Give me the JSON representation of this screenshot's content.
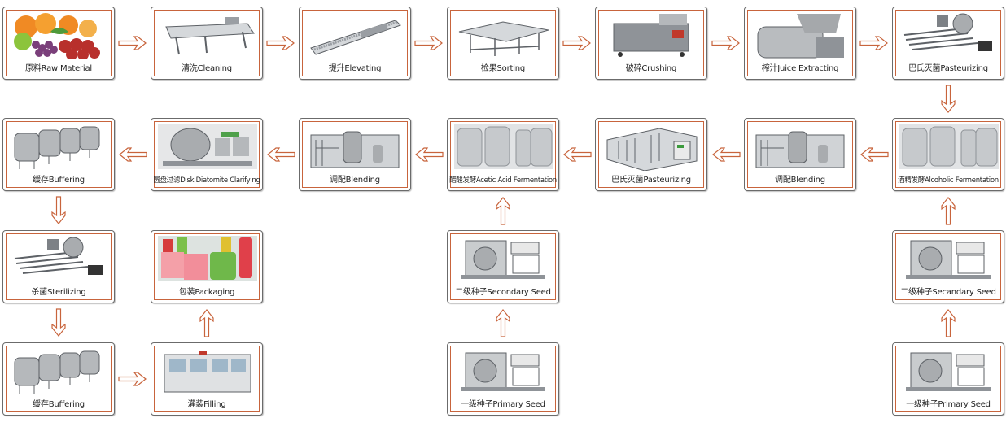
{
  "diagram": {
    "accent_color": "#c8643c",
    "border_color": "#6b6b6b",
    "steps": [
      {
        "id": "raw-material",
        "label": "原料Raw Material",
        "image": "fruits-image"
      },
      {
        "id": "cleaning",
        "label": "清洗Cleaning",
        "image": "washing-machine-image"
      },
      {
        "id": "elevating",
        "label": "提升Elevating",
        "image": "elevator-conveyor-image"
      },
      {
        "id": "sorting",
        "label": "检果Sorting",
        "image": "sorting-table-image"
      },
      {
        "id": "crushing",
        "label": "破碎Crushing",
        "image": "crusher-image"
      },
      {
        "id": "juice-extracting",
        "label": "榨汁Juice Extracting",
        "image": "juice-extractor-image"
      },
      {
        "id": "pasteurizing-1",
        "label": "巴氏灭菌Pasteurizing",
        "image": "pasteurizer-image"
      },
      {
        "id": "alcoholic-fermentation",
        "label": "酒精发酵Alcoholic Fermentation",
        "image": "fermentation-tanks-image"
      },
      {
        "id": "blending-1",
        "label": "调配Blending",
        "image": "blending-system-image"
      },
      {
        "id": "pasteurizing-2",
        "label": "巴氏灭菌Pasteurizing",
        "image": "plate-pasteurizer-image"
      },
      {
        "id": "acetic-acid-fermentation",
        "label": "醋酸发酵Acetic Acid Fermentation",
        "image": "fermentation-tanks-image"
      },
      {
        "id": "blending-2",
        "label": "调配Blending",
        "image": "blending-system-image"
      },
      {
        "id": "disk-diatomite-clarifying",
        "label": "圆盘过滤Disk Diatomite Clarifying",
        "image": "diatomite-filter-image"
      },
      {
        "id": "buffering-1",
        "label": "缓存Buffering",
        "image": "buffer-tanks-image"
      },
      {
        "id": "sterilizing",
        "label": "杀菌Sterilizing",
        "image": "sterilizer-image"
      },
      {
        "id": "buffering-2",
        "label": "缓存Buffering",
        "image": "buffer-tanks-image"
      },
      {
        "id": "filling",
        "label": "灌装Filling",
        "image": "filling-machine-image"
      },
      {
        "id": "packaging",
        "label": "包装Packaging",
        "image": "packaged-drinks-image"
      },
      {
        "id": "secondary-seed-1",
        "label": "二级种子Secondary Seed",
        "image": "fermenter-image"
      },
      {
        "id": "primary-seed-1",
        "label": "一级种子Primary Seed",
        "image": "fermenter-image"
      },
      {
        "id": "secondary-seed-2",
        "label": "二级种子Secandary Seed",
        "image": "fermenter-image"
      },
      {
        "id": "primary-seed-2",
        "label": "一级种子Primary Seed",
        "image": "fermenter-image"
      }
    ],
    "flows": [
      [
        "raw-material",
        "cleaning"
      ],
      [
        "cleaning",
        "elevating"
      ],
      [
        "elevating",
        "sorting"
      ],
      [
        "sorting",
        "crushing"
      ],
      [
        "crushing",
        "juice-extracting"
      ],
      [
        "juice-extracting",
        "pasteurizing-1"
      ],
      [
        "pasteurizing-1",
        "alcoholic-fermentation"
      ],
      [
        "alcoholic-fermentation",
        "blending-1"
      ],
      [
        "blending-1",
        "pasteurizing-2"
      ],
      [
        "pasteurizing-2",
        "acetic-acid-fermentation"
      ],
      [
        "acetic-acid-fermentation",
        "blending-2"
      ],
      [
        "blending-2",
        "disk-diatomite-clarifying"
      ],
      [
        "disk-diatomite-clarifying",
        "buffering-1"
      ],
      [
        "buffering-1",
        "sterilizing"
      ],
      [
        "sterilizing",
        "buffering-2"
      ],
      [
        "buffering-2",
        "filling"
      ],
      [
        "filling",
        "packaging"
      ],
      [
        "primary-seed-1",
        "secondary-seed-1"
      ],
      [
        "secondary-seed-1",
        "acetic-acid-fermentation"
      ],
      [
        "primary-seed-2",
        "secondary-seed-2"
      ],
      [
        "secondary-seed-2",
        "alcoholic-fermentation"
      ]
    ]
  }
}
